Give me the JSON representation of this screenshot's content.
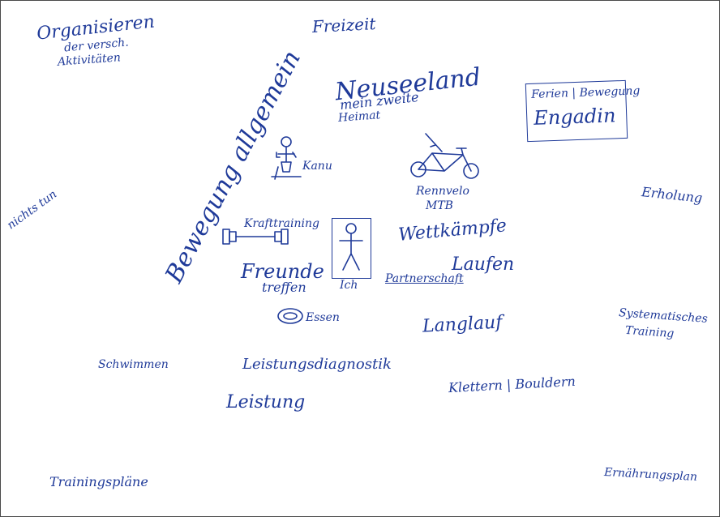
{
  "sheet": {
    "labels": {
      "organisieren": [
        "Organisieren",
        "der versch.",
        "Aktivitäten"
      ],
      "freizeit": "Freizeit",
      "neuseeland": [
        "Neuseeland",
        "mein zweite",
        "Heimat"
      ],
      "engadin_box": {
        "subtitle": "Ferien | Bewegung",
        "title": "Engadin"
      },
      "bewegung_allgemein": "Bewegung allgemein",
      "kanu": "Kanu",
      "rennvelo": [
        "Rennvelo",
        "MTB"
      ],
      "erholung": "Erholung",
      "nichts_tun": "nichts tun",
      "krafttraining": "Krafttraining",
      "wettkaempfe": "Wettkämpfe",
      "laufen": "Laufen",
      "freunde_treffen": [
        "Freunde",
        "treffen"
      ],
      "ich": "Ich",
      "partnerschaft": "Partnerschaft",
      "essen": "Essen",
      "langlauf": "Langlauf",
      "systematisches_training": [
        "Systematisches",
        "Training"
      ],
      "schwimmen": "Schwimmen",
      "leistungsdiagnostik": "Leistungsdiagnostik",
      "klettern_bouldern": "Klettern | Bouldern",
      "leistung": "Leistung",
      "trainingsplaene": "Trainingspläne",
      "ernaehrungsplan": "Ernährungsplan"
    },
    "sketches": [
      "kayaker-icon",
      "bicycle-icon",
      "dumbbell-icon",
      "stick-figure-icon",
      "food-plate-icon"
    ],
    "ink_color": "#1f3a99"
  }
}
